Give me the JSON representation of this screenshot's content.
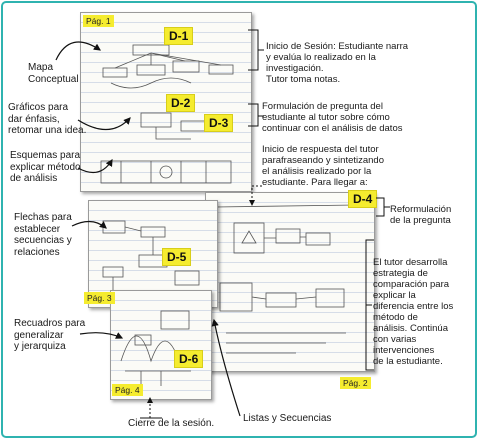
{
  "pages": [
    {
      "id": "p1",
      "pag_label": "Pág. 1"
    },
    {
      "id": "p2",
      "pag_label": "Pág. 2"
    },
    {
      "id": "p3",
      "pag_label": "Pág. 3"
    },
    {
      "id": "p4",
      "pag_label": "Pág. 4"
    }
  ],
  "tags": {
    "d1": "D-1",
    "d2": "D-2",
    "d3": "D-3",
    "d4": "D-4",
    "d5": "D-5",
    "d6": "D-6"
  },
  "left_labels": {
    "mapa": "Mapa\nConceptual",
    "graficos": "Gráficos para\ndar énfasis,\nretomar una idea.",
    "esquemas": "Esquemas para\nexplicar método\nde análisis",
    "flechas": "Flechas para\nestablecer\nsecuencias y\nrelaciones",
    "recuadros": "Recuadros para\ngeneralizar\ny jerarquiza"
  },
  "right_labels": {
    "inicio": "Inicio de Sesión: Estudiante narra\ny evalúa lo realizado en la\ninvestigación.\nTutor toma notas.",
    "formulacion": "Formulación de pregunta del\nestudiante al tutor sobre cómo\ncontinuar con el análisis de datos",
    "respuesta": "Inicio de respuesta del tutor\nparafraseando y sintetizando\nel análisis realizado por la\nestudiante. Para llegar a:",
    "reformulacion": "Reformulación\nde la pregunta",
    "tutor": "El tutor desarrolla\nestrategia de\ncomparación para\nexplicar la\ndiferencia entre los\nmétodo de\nanálisis. Continúa\ncon varias\nintervenciones\nde la estudiante."
  },
  "bottom_labels": {
    "cierre": "Cierre de la sesión.",
    "listas": "Listas y Secuencias"
  },
  "colors": {
    "tag_yellow": "#f5ec2f",
    "frame_border": "#2fb3b0"
  }
}
